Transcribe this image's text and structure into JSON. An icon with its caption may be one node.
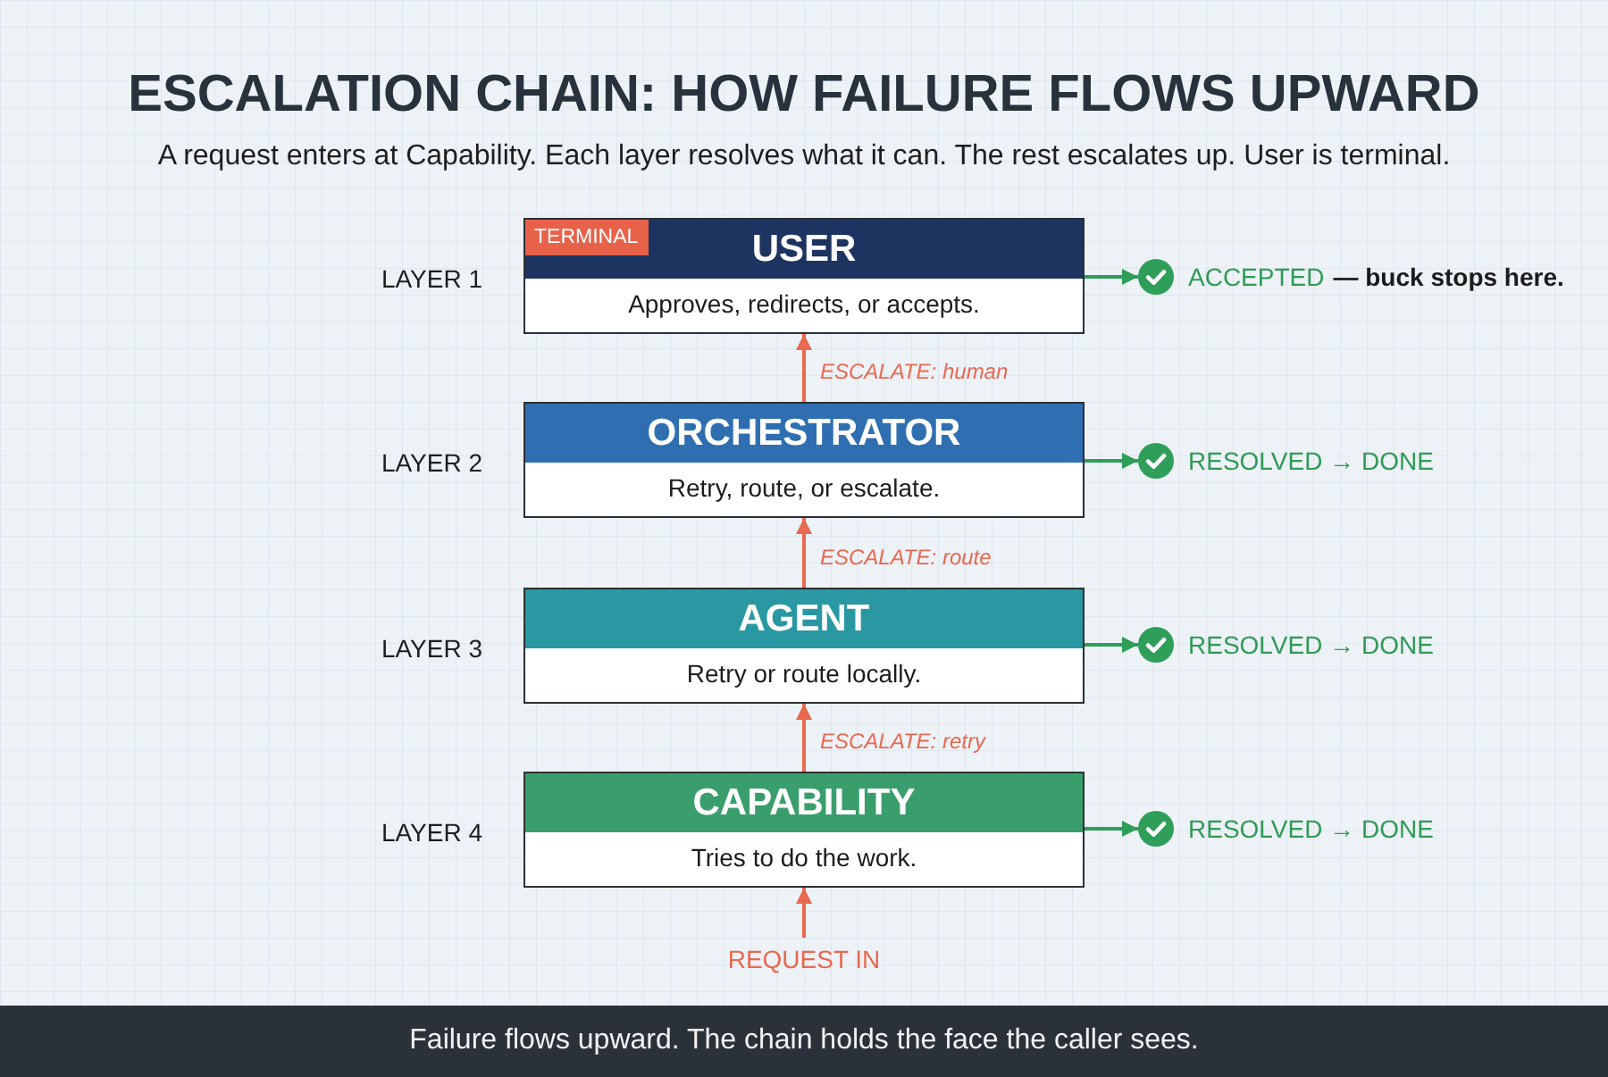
{
  "diagram": {
    "title": "ESCALATION CHAIN: HOW FAILURE FLOWS UPWARD",
    "caption": "Failure flows upward. The chain holds the face the caller sees.",
    "nodes": [
      {
        "text": [
          "USER",
          "Approves, redirects, or accepts."
        ],
        "beside": [
          "LAYER 1"
        ]
      },
      {
        "text": [
          "TERMINAL"
        ],
        "in": 0
      },
      {
        "text": [
          "ACCEPTED",
          "— buck stops here."
        ]
      },
      {
        "text": [
          "ORCHESTRATOR",
          "Retry, route, or escalate."
        ],
        "beside": [
          "LAYER 2"
        ]
      },
      {
        "text": [
          "RESOLVED → DONE"
        ]
      },
      {
        "text": [
          "AGENT",
          "Retry or route locally."
        ],
        "beside": [
          "LAYER 3"
        ]
      },
      {
        "text": [
          "RESOLVED → DONE"
        ]
      },
      {
        "text": [
          "CAPABILITY",
          "Tries to do the work."
        ],
        "beside": [
          "LAYER 4"
        ]
      },
      {
        "text": [
          "RESOLVED → DONE"
        ]
      },
      {
        "text": [
          "REQUEST IN"
        ]
      }
    ],
    "edges": [
      {
        "from": 0,
        "to": 2,
        "arrow": "to",
        "color": "#2e9e58"
      },
      {
        "from": 3,
        "to": 0,
        "arrow": "to",
        "label": "ESCALATE: human",
        "color": "#e8694f"
      },
      {
        "from": 3,
        "to": 4,
        "arrow": "to",
        "color": "#2e9e58"
      },
      {
        "from": 5,
        "to": 3,
        "arrow": "to",
        "label": "ESCALATE: route",
        "color": "#e8694f"
      },
      {
        "from": 5,
        "to": 6,
        "arrow": "to",
        "color": "#2e9e58"
      },
      {
        "from": 7,
        "to": 5,
        "arrow": "to",
        "label": "ESCALATE: retry",
        "color": "#e8694f"
      },
      {
        "from": 7,
        "to": 8,
        "arrow": "to",
        "color": "#2e9e58"
      },
      {
        "from": 9,
        "to": 7,
        "arrow": "to",
        "color": "#e8694f"
      }
    ],
    "labels": [
      "A request enters at Capability. Each layer resolves what it can. The rest escalates up. User is terminal."
    ]
  }
}
